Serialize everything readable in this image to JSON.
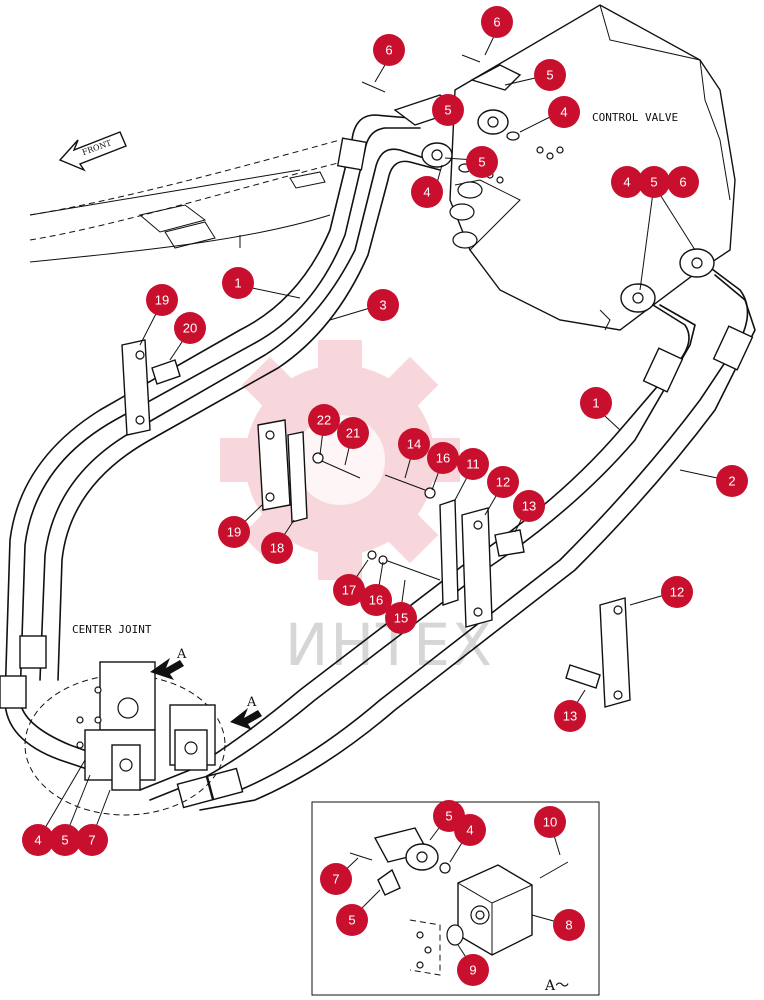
{
  "labels": {
    "control_valve": "CONTROL VALVE",
    "center_joint": "CENTER JOINT",
    "front": "FRONT",
    "view_a": "A",
    "detail_a": "A～",
    "watermark": "ИНТЕХ"
  },
  "callouts": [
    "6",
    "6",
    "5",
    "4",
    "5",
    "5",
    "4",
    "4",
    "5",
    "6",
    "1",
    "3",
    "19",
    "20",
    "22",
    "21",
    "14",
    "16",
    "11",
    "12",
    "13",
    "1",
    "2",
    "19",
    "18",
    "17",
    "16",
    "15",
    "12",
    "13",
    "4",
    "5",
    "7",
    "5",
    "4",
    "10",
    "7",
    "5",
    "8",
    "9"
  ],
  "colors": {
    "callout": "#c8102e",
    "watermark_gear": "#f2b8bf",
    "watermark_text": "#d6d6d6"
  }
}
